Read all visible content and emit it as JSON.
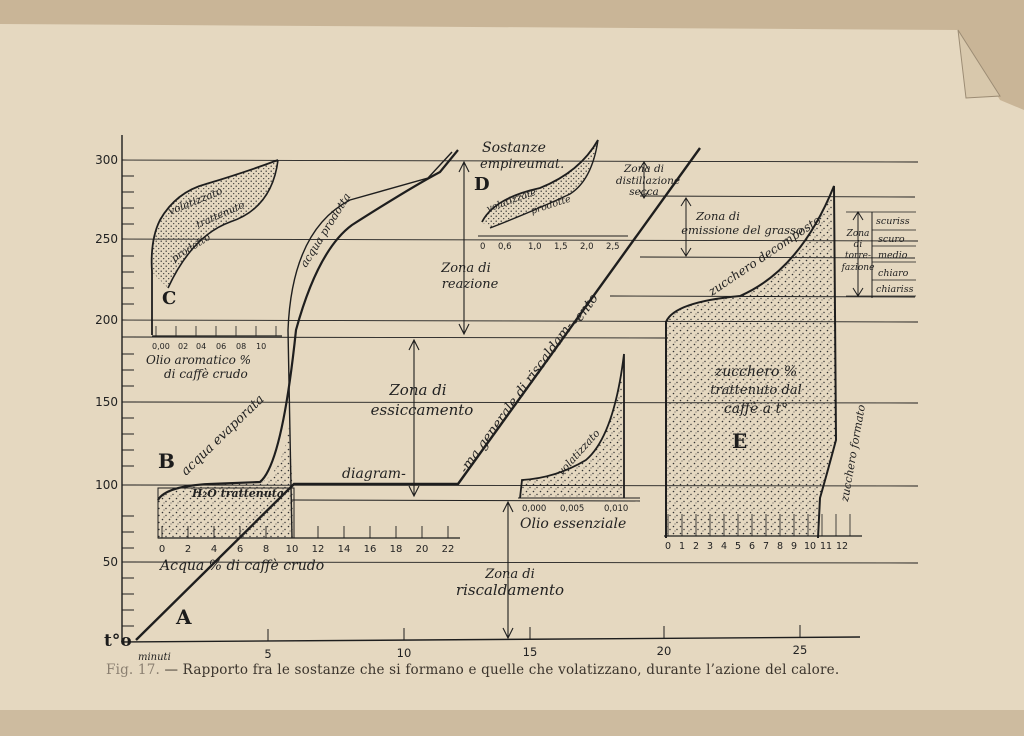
{
  "colors": {
    "paper": "#e6dac3",
    "ink": "#1e1e1e",
    "stipple": "#3a3a3a"
  },
  "figure": {
    "caption_number": "Fig. 17.",
    "caption_text": "— Rapporto fra le sostanze che si formano e quelle che volatizzano, durante l’azione del calore.",
    "y_axis": {
      "label": "t°o",
      "ticks": [
        "300",
        "250",
        "200",
        "150",
        "100",
        "50"
      ]
    },
    "x_axis": {
      "unit_label": "minuti",
      "ticks": [
        "5",
        "10",
        "15",
        "20",
        "25"
      ]
    },
    "panel_A": {
      "letter": "A"
    },
    "panel_B": {
      "letter": "B",
      "curve_up": "acqua evaporata",
      "curve_down": "acqua prodotta",
      "area": "H₂O trattenuta",
      "ticks": [
        "0",
        "2",
        "4",
        "6",
        "8",
        "10",
        "12",
        "14",
        "16",
        "18",
        "20",
        "22"
      ],
      "axis_label": "Acqua % di caffè crudo"
    },
    "panel_C": {
      "letter": "C",
      "top": "volatizzato",
      "middle": "trattenuto",
      "bottom": "prodotto",
      "ticks": [
        "0,00",
        "02",
        "04",
        "06",
        "08",
        "10"
      ],
      "axis_label_1": "Olio aromatico %",
      "axis_label_2": "di caffè crudo"
    },
    "panel_D": {
      "letter": "D",
      "title_1": "Sostanze",
      "title_2": "empireumat.",
      "upper": "volatizzate",
      "lower": "prodotte",
      "ticks": [
        "0",
        "0,6",
        "1,0",
        "1,5",
        "2,0",
        "2,5"
      ]
    },
    "panel_E": {
      "letter": "E",
      "curve_top": "zucchero decomposto",
      "area_1": "zucchero %",
      "area_2": "trattenuto dal",
      "area_3": "caffè a t°",
      "curve_right": "zucchero formato",
      "ticks": [
        "0",
        "1",
        "2",
        "3",
        "4",
        "5",
        "6",
        "7",
        "8",
        "9",
        "10",
        "11",
        "12"
      ]
    },
    "oil": {
      "curve": "volatizzato",
      "ticks": [
        "0,000",
        "0,005",
        "0,010"
      ],
      "axis_label": "Olio essenziale"
    },
    "heating_curve": {
      "part1": "diagram-",
      "part2": "-ma generale di riscaldam-",
      "part3": "-ento"
    },
    "zones": {
      "riscaldamento_1": "Zona di",
      "riscaldamento_2": "riscaldamento",
      "essiccamento_1": "Zona di",
      "essiccamento_2": "essiccamento",
      "reazione_1": "Zona di",
      "reazione_2": "reazione",
      "distillazione_1": "Zona di",
      "distillazione_2": "distillazione",
      "distillazione_3": "secca",
      "grasso_1": "Zona di",
      "grasso_2": "emissione del grasso",
      "torrefazione_1": "Zona",
      "torrefazione_2": "di",
      "torrefazione_3": "torre-",
      "torrefazione_4": "fazione"
    },
    "roast_levels": [
      "scuriss",
      "scuro",
      "medio",
      "chiaro",
      "chiariss"
    ]
  }
}
